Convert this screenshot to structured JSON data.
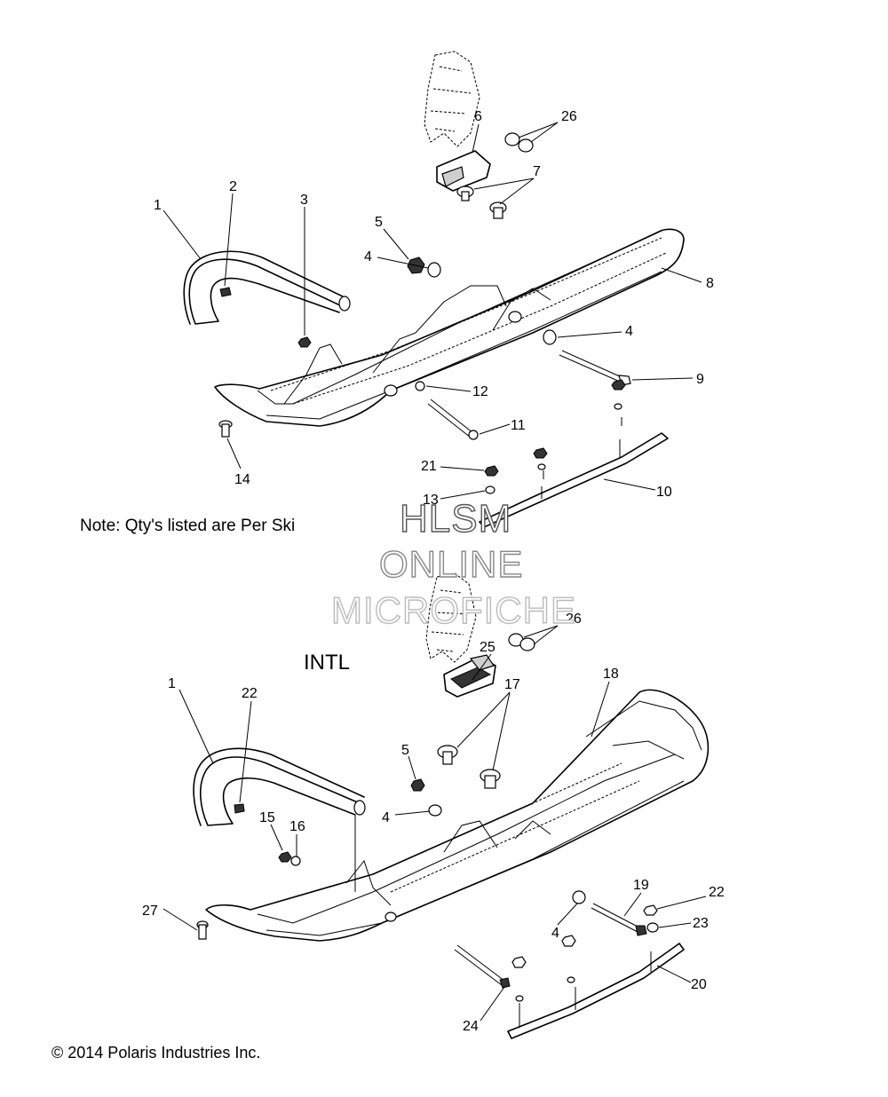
{
  "note": "Note: Qty's listed are Per Ski",
  "section_label": "INTL",
  "copyright": "© 2014 Polaris Industries Inc.",
  "watermark": {
    "line1": "HLSM",
    "line2": "ONLINE",
    "line3": "MICROFICHE"
  },
  "callouts": {
    "top": {
      "c1": "1",
      "c2": "2",
      "c3": "3",
      "c4a": "4",
      "c4b": "4",
      "c5": "5",
      "c6": "6",
      "c7": "7",
      "c8": "8",
      "c9": "9",
      "c10": "10",
      "c11": "11",
      "c12": "12",
      "c13": "13",
      "c14": "14",
      "c21": "21",
      "c26": "26"
    },
    "bottom": {
      "c1": "1",
      "c4a": "4",
      "c4b": "4",
      "c5": "5",
      "c15": "15",
      "c16": "16",
      "c17": "17",
      "c18": "18",
      "c19": "19",
      "c20": "20",
      "c22a": "22",
      "c22b": "22",
      "c23": "23",
      "c24": "24",
      "c25": "25",
      "c26": "26",
      "c27": "27"
    }
  }
}
